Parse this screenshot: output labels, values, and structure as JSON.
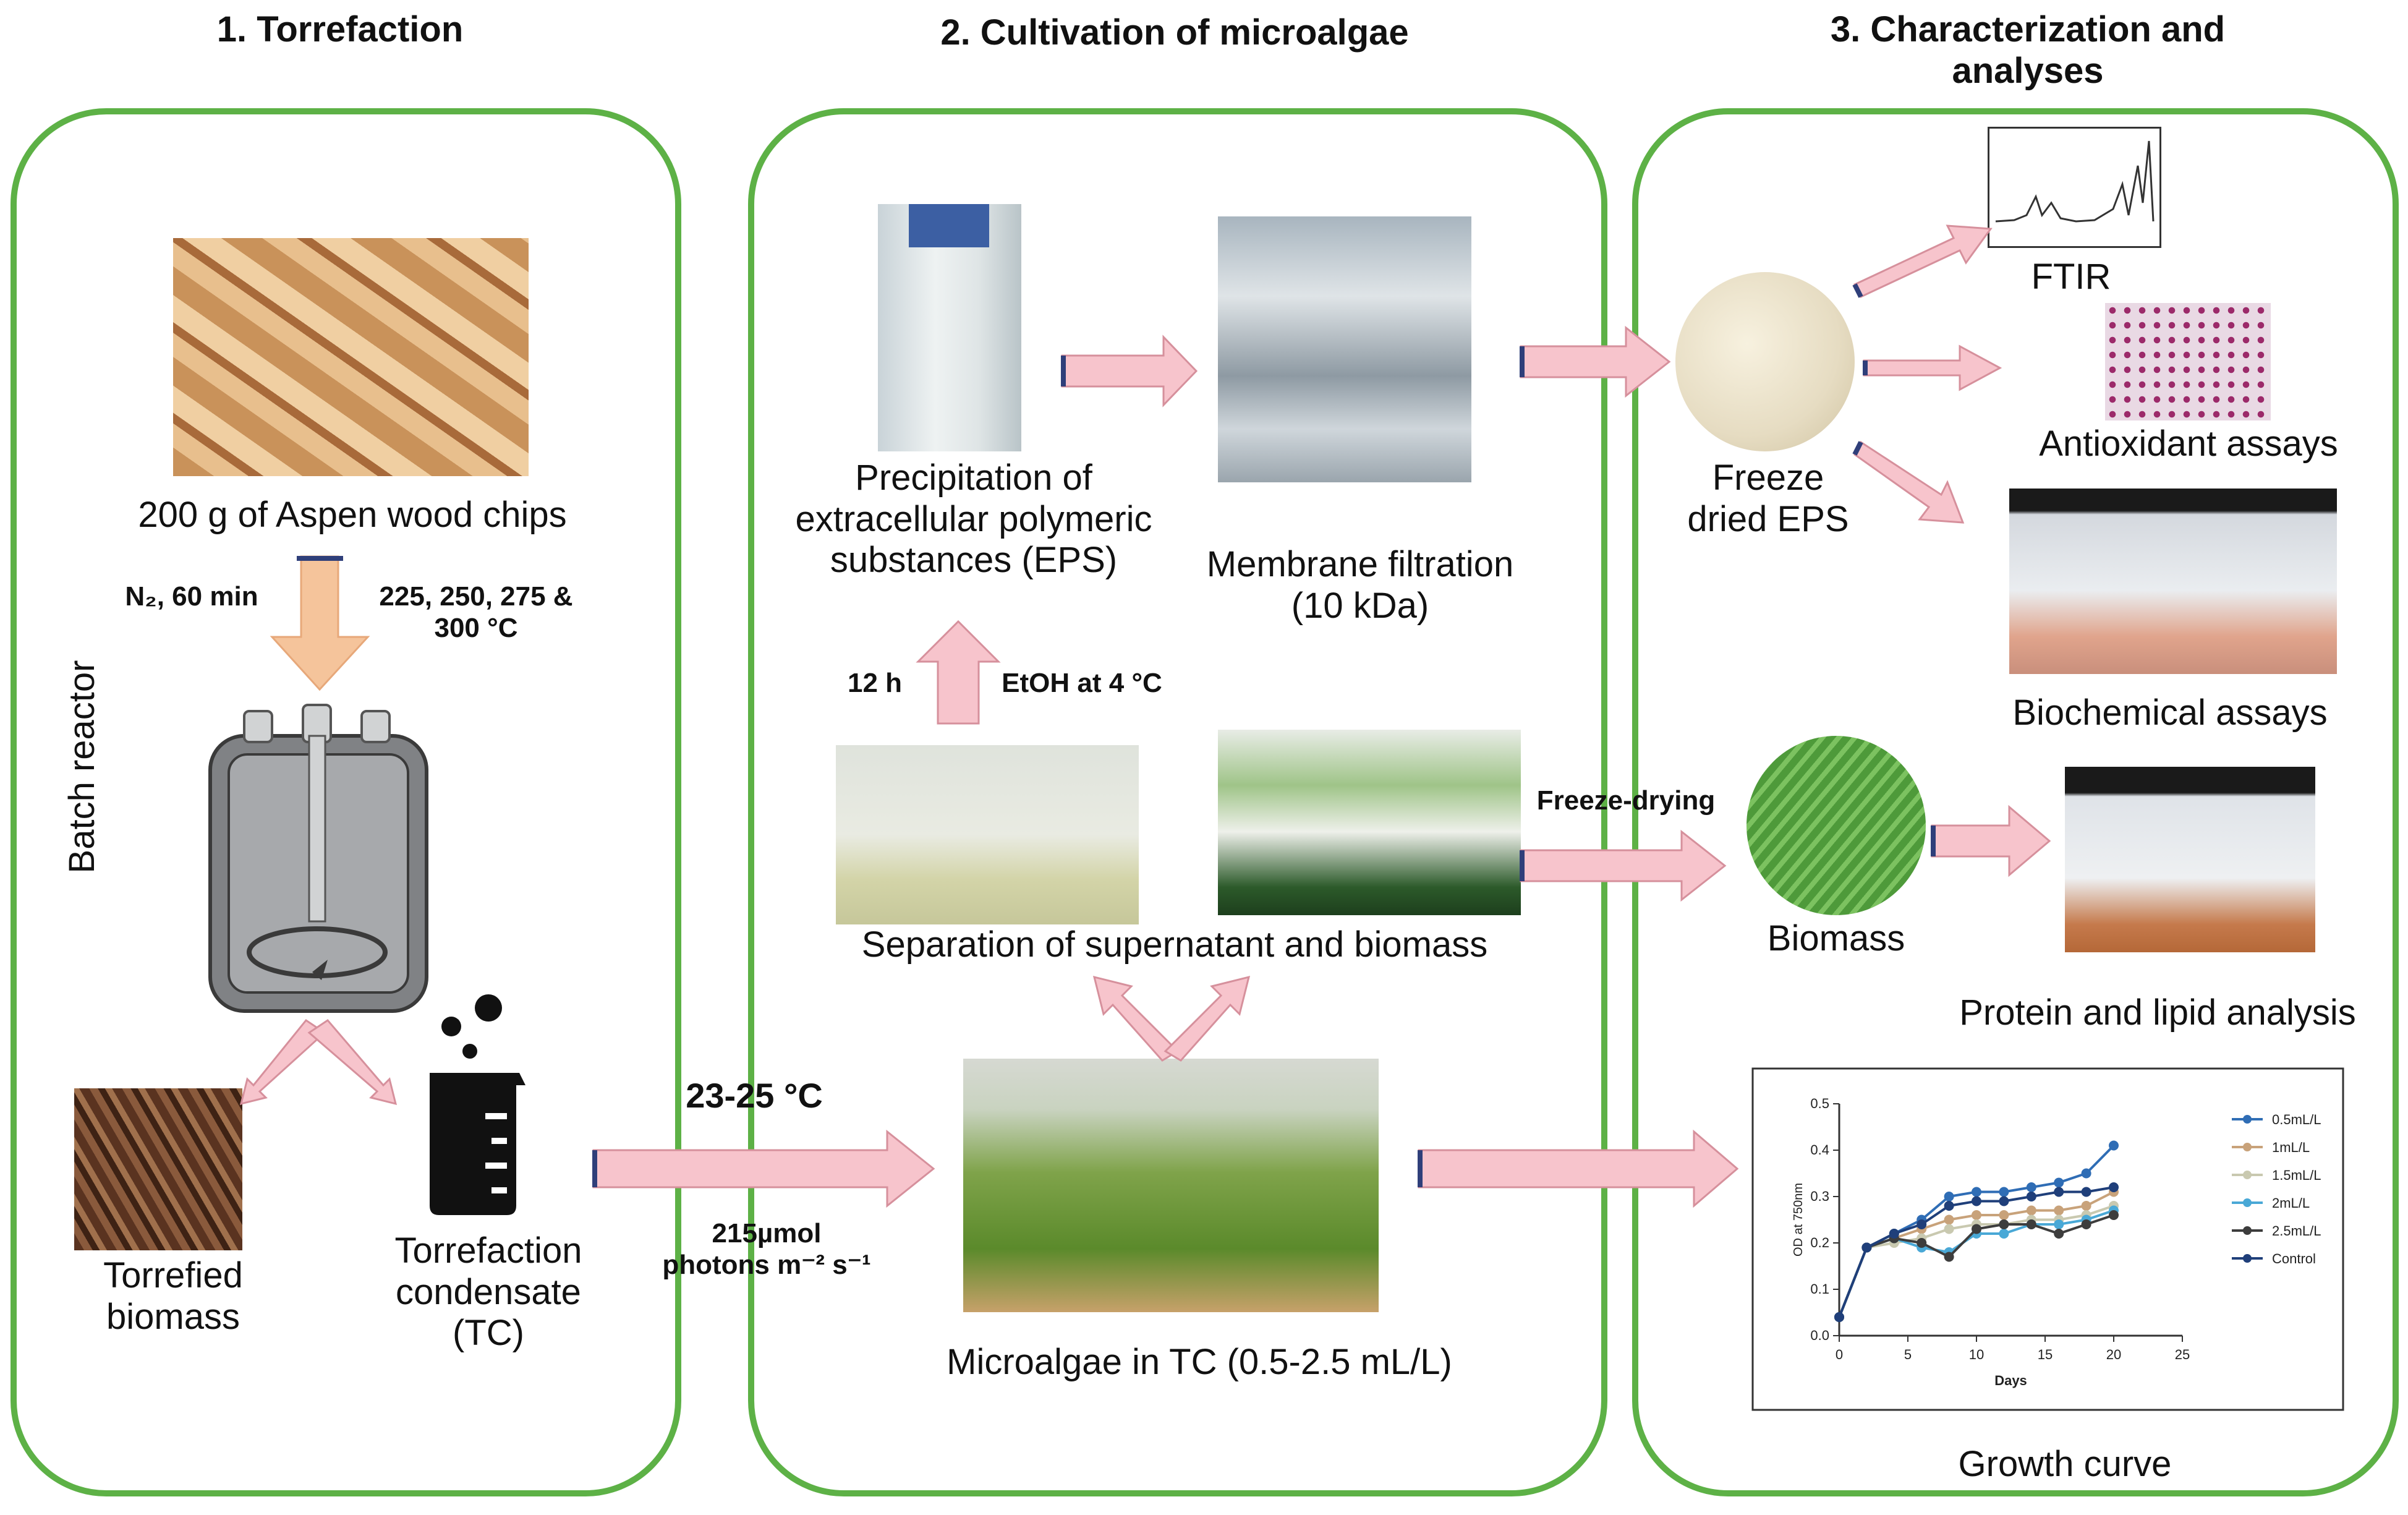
{
  "colors": {
    "panel_border": "#5db146",
    "arrow_pink": "#f7c4cc",
    "arrow_peach": "#f5c49b",
    "arrow_edge": "#2f3f7a",
    "reactor_gray": "#808285"
  },
  "sections": {
    "torrefaction": {
      "title": "1. Torrefaction",
      "wood_label": "200 g of Aspen wood chips",
      "atmosphere": "N₂, 60 min",
      "temperatures": "225, 250, 275 &\n300 °C",
      "reactor_label": "Batch reactor",
      "torrefied_label": "Torrefied\nbiomass",
      "condensate_label": "Torrefaction\ncondensate\n(TC)"
    },
    "cultivation": {
      "title": "2. Cultivation of microalgae",
      "precipitation_label": "Precipitation of\nextracellular polymeric\nsubstances (EPS)",
      "membrane_label": "Membrane filtration\n(10 kDa)",
      "time_label": "12 h",
      "ethanol_label": "EtOH at 4 °C",
      "separation_label": "Separation of supernatant and biomass",
      "temp_label": "23-25 °C",
      "light_label": "215µmol\nphotons m⁻² s⁻¹",
      "microalgae_label": "Microalgae in  TC (0.5-2.5 mL/L)",
      "freeze_drying_label": "Freeze-drying"
    },
    "characterization": {
      "title": "3. Characterization and\nanalyses",
      "ftir_label": "FTIR",
      "freeze_dried_label": "Freeze\ndried EPS",
      "antioxidant_label": "Antioxidant assays",
      "biochemical_label": "Biochemical assays",
      "biomass_label": "Biomass",
      "protein_lipid_label": "Protein and lipid analysis",
      "growth_curve_label": "Growth curve"
    }
  },
  "chart_data": {
    "type": "line",
    "xlabel": "Days",
    "ylabel": "OD at 750nm",
    "xlim": [
      0,
      25
    ],
    "ylim": [
      0,
      0.5
    ],
    "x_ticks": [
      "0",
      "5",
      "10",
      "15",
      "20",
      "25"
    ],
    "y_ticks": [
      "0.0",
      "0.1",
      "0.2",
      "0.3",
      "0.4",
      "0.5"
    ],
    "legend_position": "right",
    "grid": false,
    "x": [
      0,
      2,
      4,
      6,
      8,
      10,
      12,
      14,
      16,
      18,
      20
    ],
    "series": [
      {
        "name": "0.5mL/L",
        "color": "#2f6db5",
        "values": [
          0.04,
          0.19,
          0.22,
          0.25,
          0.3,
          0.31,
          0.31,
          0.32,
          0.33,
          0.35,
          0.41
        ]
      },
      {
        "name": "1mL/L",
        "color": "#c8a27a",
        "values": [
          0.04,
          0.19,
          0.21,
          0.23,
          0.25,
          0.26,
          0.26,
          0.27,
          0.27,
          0.28,
          0.31
        ]
      },
      {
        "name": "1.5mL/L",
        "color": "#c9c9b0",
        "values": [
          0.04,
          0.19,
          0.2,
          0.21,
          0.23,
          0.24,
          0.24,
          0.25,
          0.25,
          0.26,
          0.28
        ]
      },
      {
        "name": "2mL/L",
        "color": "#49a8d6",
        "values": [
          0.04,
          0.19,
          0.21,
          0.19,
          0.18,
          0.22,
          0.22,
          0.24,
          0.24,
          0.25,
          0.27
        ]
      },
      {
        "name": "2.5mL/L",
        "color": "#3d3d3d",
        "values": [
          0.04,
          0.19,
          0.21,
          0.2,
          0.17,
          0.23,
          0.24,
          0.24,
          0.22,
          0.24,
          0.26
        ]
      },
      {
        "name": "Control",
        "color": "#1f3f7a",
        "values": [
          0.04,
          0.19,
          0.22,
          0.24,
          0.28,
          0.29,
          0.29,
          0.3,
          0.31,
          0.31,
          0.32
        ]
      }
    ]
  }
}
